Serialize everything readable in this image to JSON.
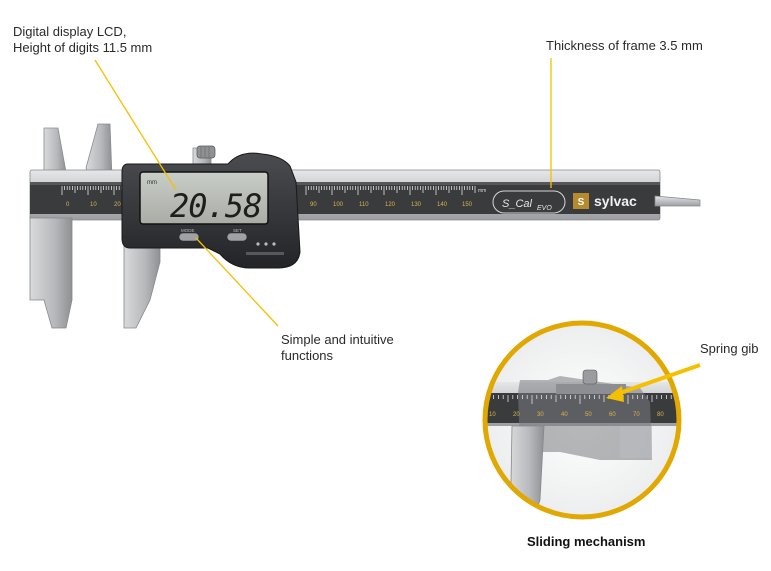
{
  "annotations": {
    "lcd_line1": "Digital display LCD,",
    "lcd_line2": "Height of digits 11.5 mm",
    "frame_thickness": "Thickness of frame 3.5 mm",
    "functions_line1": "Simple and intuitive",
    "functions_line2": "functions",
    "spring_gib": "Spring gib",
    "sliding_mechanism": "Sliding mechanism"
  },
  "caliper": {
    "display_value": "20.58",
    "display_unit": "mm",
    "button_left": "MODE",
    "button_right": "SET",
    "model_mark": "S_Cal",
    "model_suffix": "EVO",
    "brand": "sylvac",
    "scale_unit": "mm",
    "scale_numbers_left": [
      "0",
      "10",
      "20"
    ],
    "scale_numbers_right": [
      "90",
      "100",
      "110",
      "120",
      "130",
      "140",
      "150"
    ],
    "zoom_scale_numbers": [
      "10",
      "20",
      "30",
      "40",
      "50",
      "60",
      "70",
      "80"
    ]
  },
  "colors": {
    "leader_line": "#f5c000",
    "zoom_ring": "#e0a800",
    "beam_dark": "#3a3b3d",
    "steel": "#c9cbce"
  }
}
